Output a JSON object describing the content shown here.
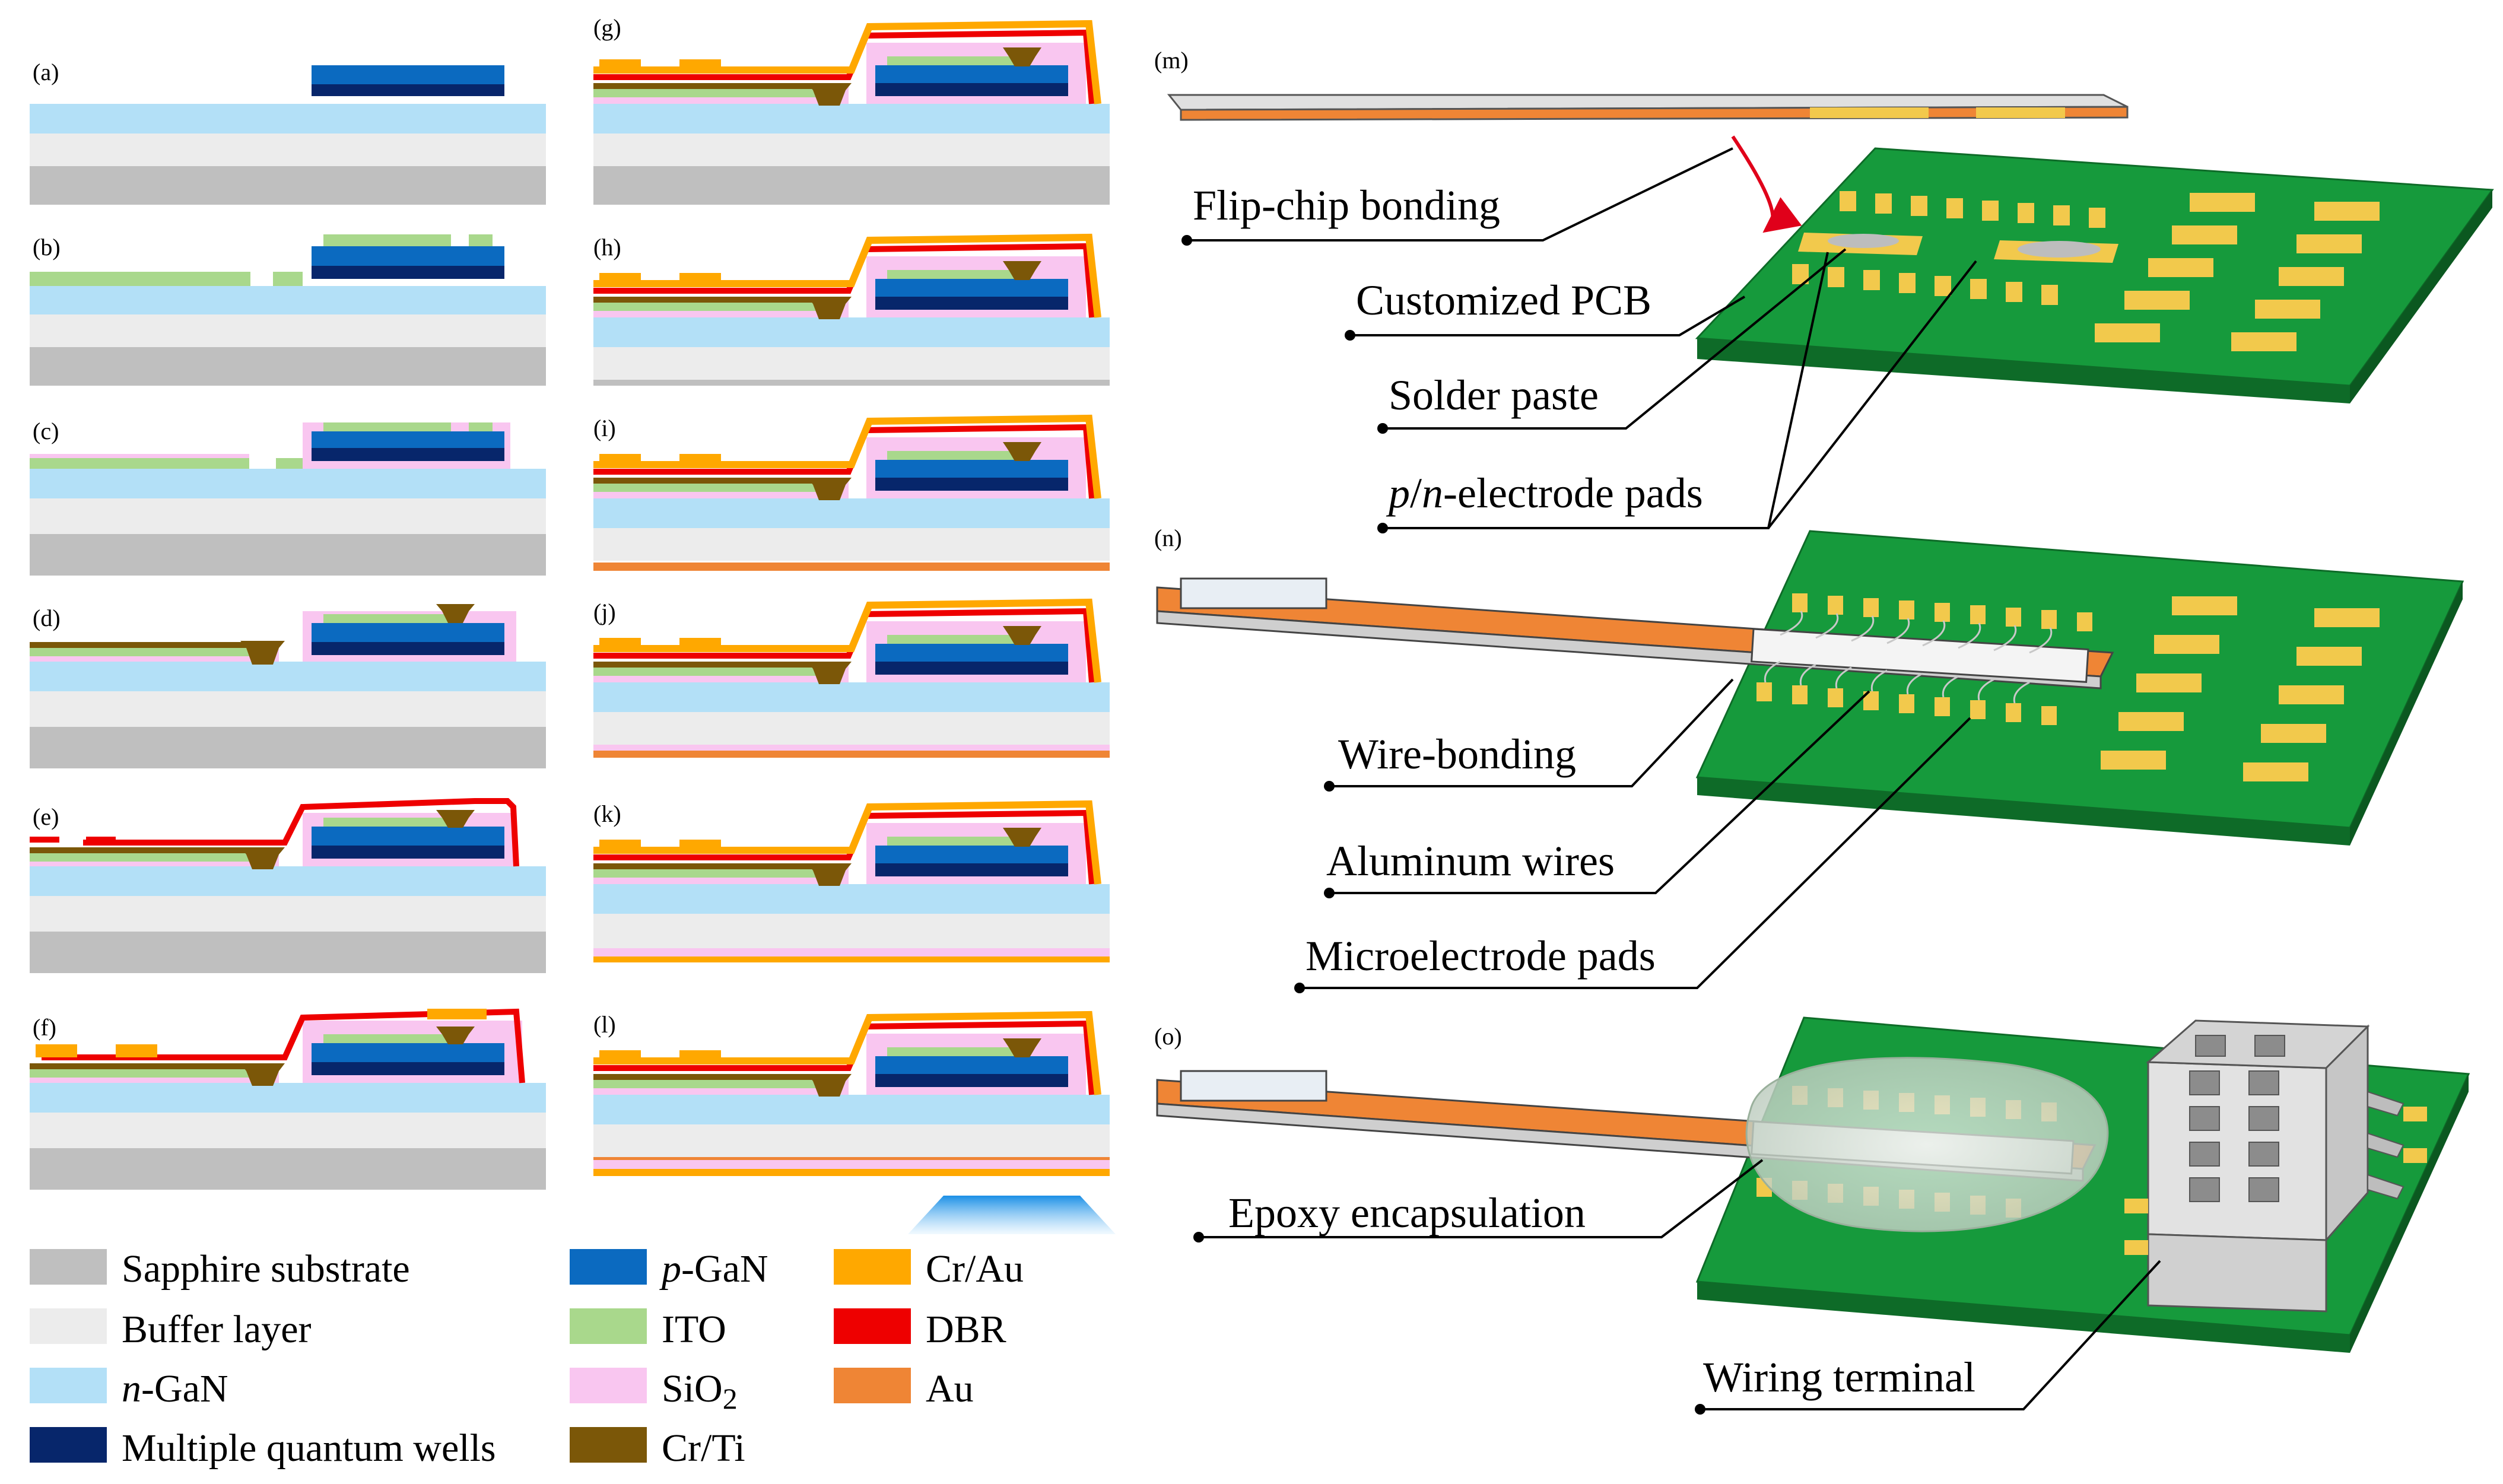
{
  "panels": {
    "a": "(a)",
    "b": "(b)",
    "c": "(c)",
    "d": "(d)",
    "e": "(e)",
    "f": "(f)",
    "g": "(g)",
    "h": "(h)",
    "i": "(i)",
    "j": "(j)",
    "k": "(k)",
    "l": "(l)",
    "m": "(m)",
    "n": "(n)",
    "o": "(o)"
  },
  "legend": {
    "sapphire": "Sapphire substrate",
    "buffer": "Buffer layer",
    "ngan_prefix": "n",
    "ngan_suffix": "-GaN",
    "mqw": "Multiple quantum wells",
    "pgan_prefix": "p",
    "pgan_suffix": "-GaN",
    "ito": "ITO",
    "sio2_main": "SiO",
    "sio2_sub": "2",
    "crti": "Cr/Ti",
    "crau": "Cr/Au",
    "dbr": "DBR",
    "au": "Au"
  },
  "labels": {
    "flip": "Flip-chip bonding",
    "pcb": "Customized PCB",
    "solder": "Solder paste",
    "pn_p": "p",
    "pn_slash": "/",
    "pn_n": "n",
    "pn_rest": "-electrode pads",
    "wire": "Wire-bonding",
    "alum": "Aluminum wires",
    "micro": "Microelectrode pads",
    "epoxy": "Epoxy encapsulation",
    "terminal": "Wiring terminal"
  },
  "colors": {
    "sapphire": "#bfbfbf",
    "buffer": "#ececec",
    "ngan": "#b3e0f7",
    "mqw": "#07266b",
    "pgan": "#0b6ac0",
    "ito": "#a9d88c",
    "sio2": "#f9c6f0",
    "crti": "#7b5708",
    "crau": "#ffa800",
    "dbr": "#ee0000",
    "au": "#ef8535",
    "pcb": "#169a3c",
    "pcb_side": "#0e6b28",
    "pad": "#f2c94c"
  }
}
